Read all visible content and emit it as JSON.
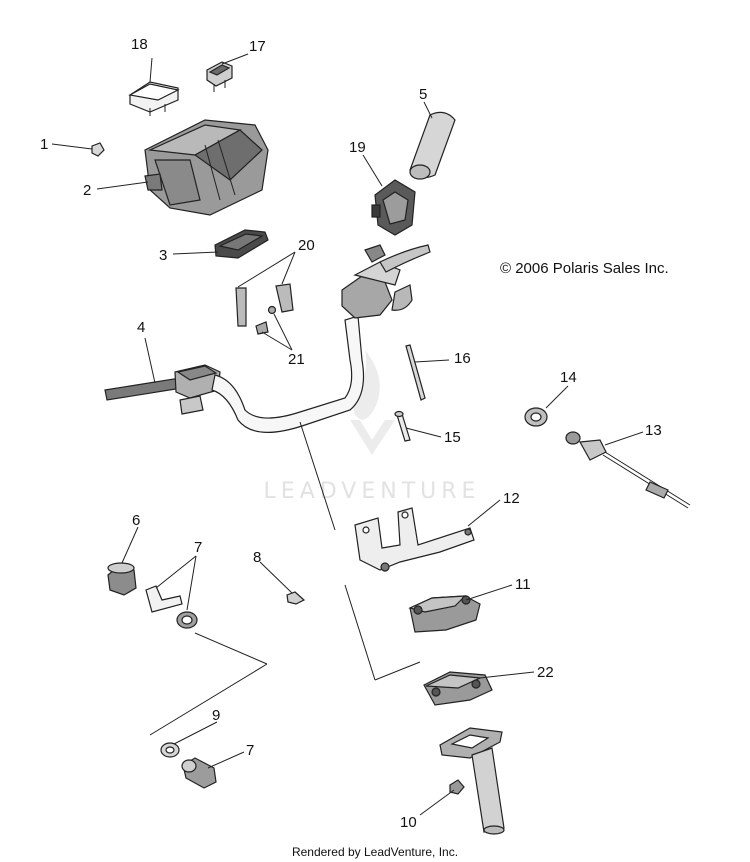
{
  "copyright": "© 2006 Polaris Sales Inc.",
  "watermark": "LEADVENTURE",
  "footer": "Rendered by LeadVenture, Inc.",
  "callouts": {
    "c1": "1",
    "c2": "2",
    "c3": "3",
    "c4": "4",
    "c5": "5",
    "c6": "6",
    "c7a": "7",
    "c7b": "7",
    "c8": "8",
    "c9": "9",
    "c10": "10",
    "c11": "11",
    "c12": "12",
    "c13": "13",
    "c14": "14",
    "c15": "15",
    "c16": "16",
    "c17": "17",
    "c18": "18",
    "c19": "19",
    "c20": "20",
    "c21": "21",
    "c22": "22"
  }
}
